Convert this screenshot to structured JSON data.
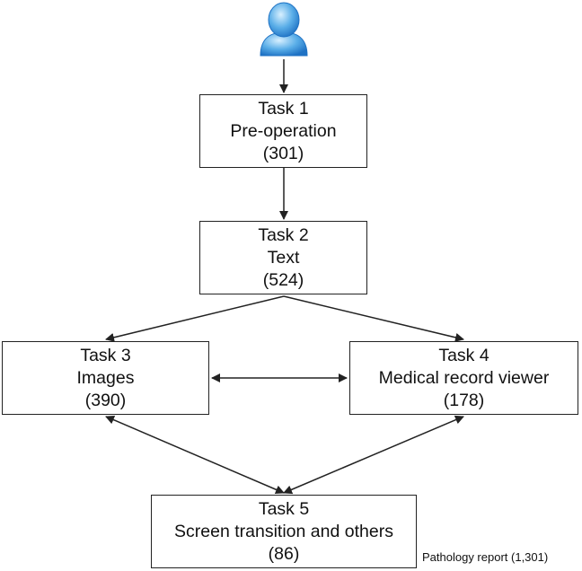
{
  "tasks": [
    {
      "title": "Task 1",
      "subtitle": "Pre-operation",
      "count": "(301)"
    },
    {
      "title": "Task 2",
      "subtitle": "Text",
      "count": "(524)"
    },
    {
      "title": "Task 3",
      "subtitle": "Images",
      "count": "(390)"
    },
    {
      "title": "Task 4",
      "subtitle": "Medical record viewer",
      "count": "(178)"
    },
    {
      "title": "Task 5",
      "subtitle": "Screen transition and others",
      "count": "(86)"
    }
  ],
  "footnote": "Pathology report (1,301)",
  "icons": {
    "user": "user-icon"
  },
  "colors": {
    "user_icon_fill": "#5aaee8",
    "stroke": "#222222"
  }
}
